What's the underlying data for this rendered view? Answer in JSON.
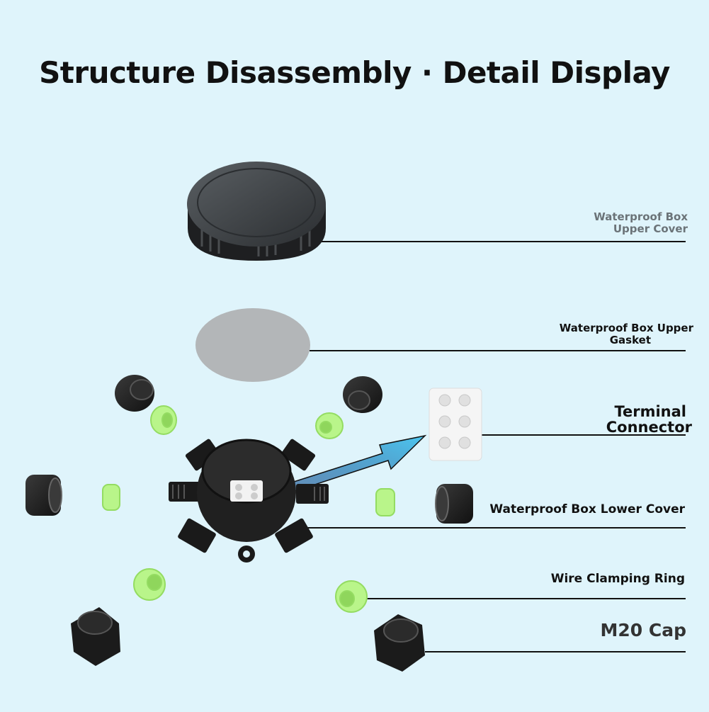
{
  "title": "Structure Disassembly · Detail Display",
  "labels": {
    "upper_cover": [
      "Waterproof Box",
      "Upper Cover"
    ],
    "upper_gasket": [
      "Waterproof Box Upper",
      "Gasket"
    ],
    "terminal_connector": [
      "Terminal",
      "Connector"
    ],
    "lower_cover": "Waterproof Box Lower Cover",
    "wire_clamping_ring": "Wire Clamping Ring",
    "m20_cap": "M20 Cap"
  },
  "colors": {
    "background": "#dff4fb",
    "part_black": "#1c1c1c",
    "gasket_gray": "#b3b6b8",
    "ring_green": "#b9f58a",
    "arrow_blue": "#3fb6e6",
    "terminal_white": "#f5f5f5"
  }
}
